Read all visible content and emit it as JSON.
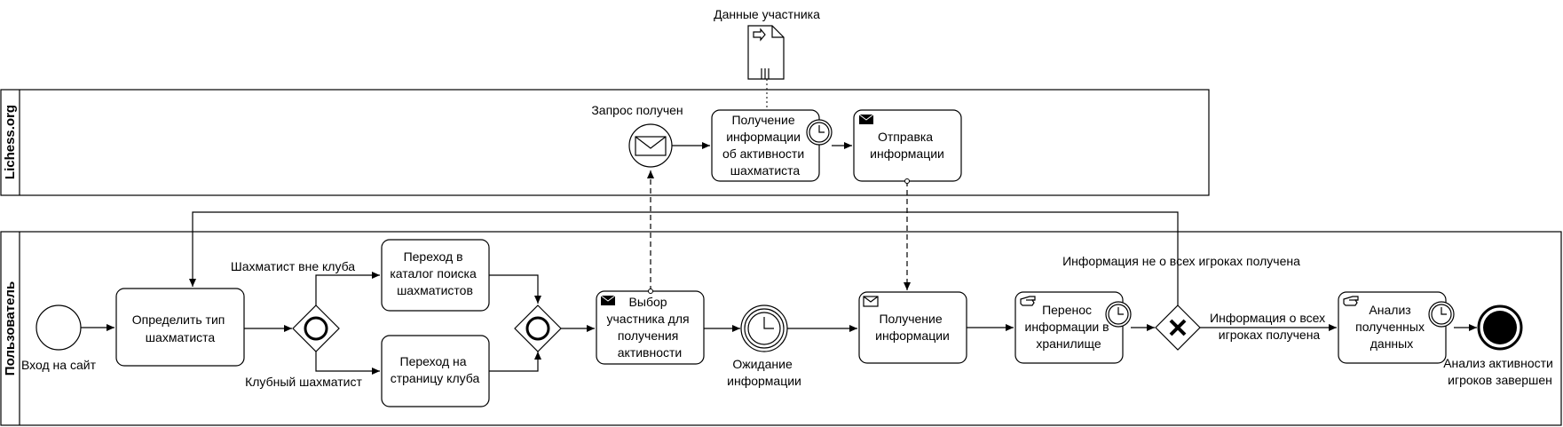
{
  "pool": {
    "lanes": [
      {
        "id": "lichess",
        "title": "Lichess.org"
      },
      {
        "id": "user",
        "title": "Пользователь"
      }
    ]
  },
  "data_object": {
    "label": "Данные участника"
  },
  "events": {
    "request_received": "Запрос получен",
    "enter_site": "Вход на сайт",
    "waiting": [
      "Ожидание",
      "информации"
    ],
    "end": [
      "Анализ активности",
      "игроков завершен"
    ]
  },
  "tasks": {
    "get_activity": [
      "Получение",
      "информации",
      "об активности",
      "шахматиста"
    ],
    "send_info": [
      "Отправка",
      "информации"
    ],
    "define_type": [
      "Определить тип",
      "шахматиста"
    ],
    "goto_catalog": [
      "Переход в",
      "каталог поиска",
      "шахматистов"
    ],
    "goto_club": [
      "Переход на",
      "страницу клуба"
    ],
    "choose_member": [
      "Выбор",
      "участника для",
      "получения",
      "активности"
    ],
    "receive_info": [
      "Получение",
      "информации"
    ],
    "transfer": [
      "Перенос",
      "информации в",
      "хранилище"
    ],
    "analyze": [
      "Анализ",
      "полученных",
      "данных"
    ]
  },
  "flow_labels": {
    "outside_club": "Шахматист вне клуба",
    "club_member": "Клубный шахматист",
    "not_all": "Информация не о всех игроках получена",
    "all": [
      "Информация о всех",
      "игроках получена"
    ]
  }
}
